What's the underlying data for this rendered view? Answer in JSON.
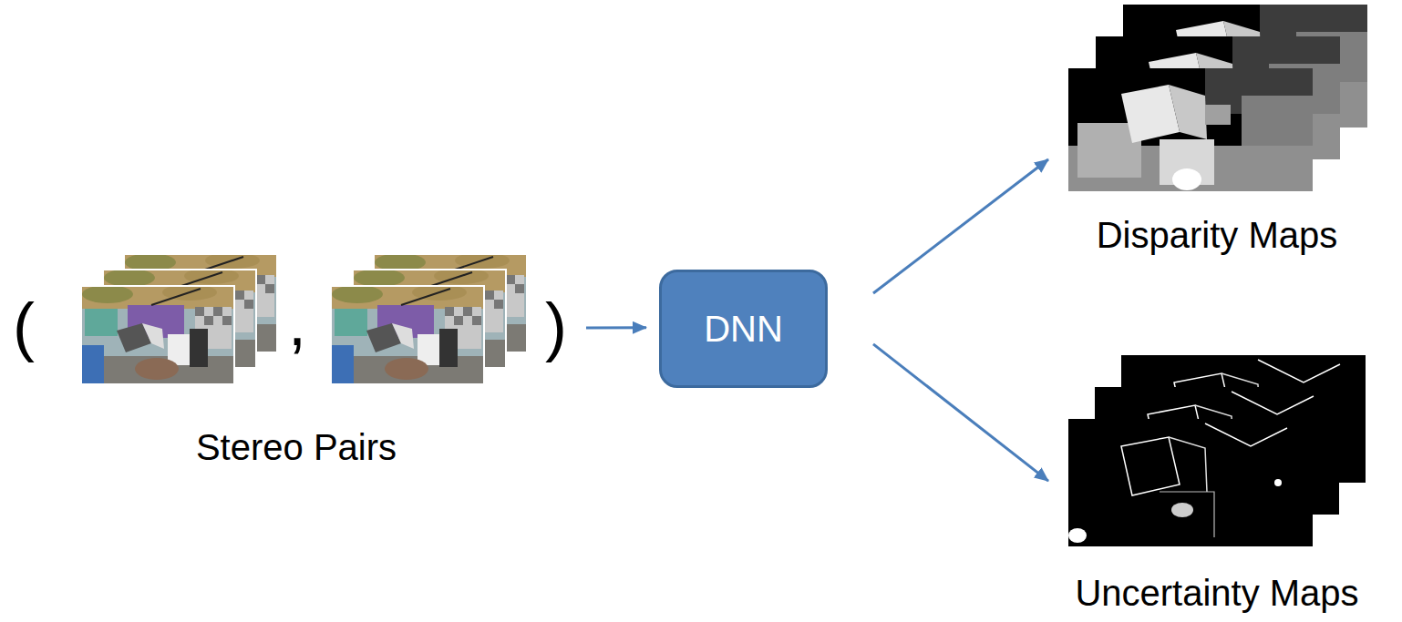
{
  "diagram": {
    "nodes": [
      {
        "text": [
          "Stereo Pairs"
        ]
      },
      {
        "text": [
          "DNN"
        ]
      },
      {
        "text": [
          "Disparity Maps"
        ]
      },
      {
        "text": [
          "Uncertainty Maps"
        ]
      }
    ],
    "edges": [
      {
        "from": 0,
        "to": 1,
        "arrow": "to"
      },
      {
        "from": 1,
        "to": 2,
        "arrow": "to"
      },
      {
        "from": 1,
        "to": 3,
        "arrow": "to"
      }
    ],
    "labels": [
      "(",
      ",",
      ")"
    ]
  }
}
